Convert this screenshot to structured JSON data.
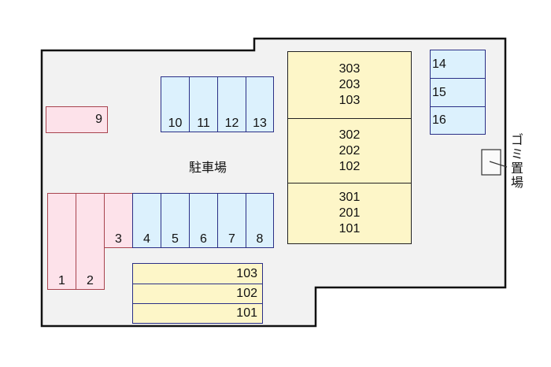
{
  "diagram": {
    "type": "parking-site-plan",
    "parking_area_label": "駐車場",
    "garbage_area_label": [
      "ゴ",
      "ミ",
      "置",
      "場"
    ],
    "colors": {
      "site_fill": "#f2f2f2",
      "site_border": "#111111",
      "pink_fill": "#fde2ea",
      "pink_border": "#a8434e",
      "blue_fill": "#dcf1fd",
      "blue_border": "#2a2f86",
      "yellow_fill": "#fdf6c8"
    },
    "pink_slots": [
      "1",
      "2",
      "3",
      "9"
    ],
    "blue_slots_bottom_row": [
      "4",
      "5",
      "6",
      "7",
      "8"
    ],
    "blue_slots_top_row": [
      "10",
      "11",
      "12",
      "13"
    ],
    "blue_slots_right_column": [
      "14",
      "15",
      "16"
    ],
    "storage_slots": [
      "103",
      "102",
      "101"
    ],
    "building_units": [
      [
        "303",
        "203",
        "103"
      ],
      [
        "302",
        "202",
        "102"
      ],
      [
        "301",
        "201",
        "101"
      ]
    ]
  }
}
